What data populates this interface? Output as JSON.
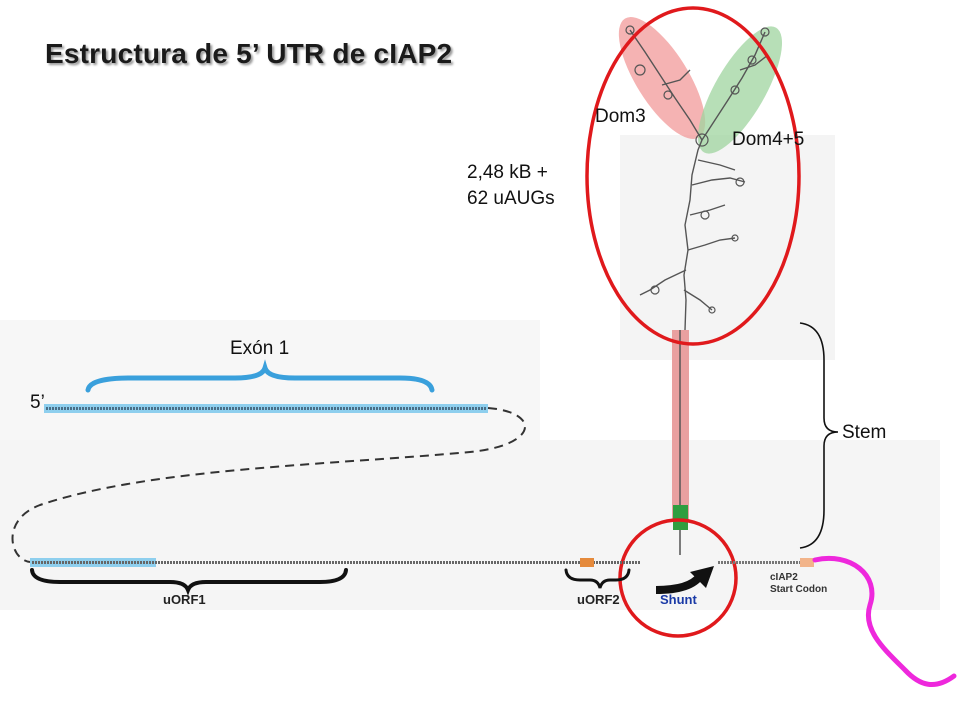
{
  "title": "Estructura de 5’ UTR de cIAP2",
  "labels": {
    "dom3": "Dom3",
    "dom45": "Dom4+5",
    "size_line1": "2,48 kB +",
    "size_line2": "62 uAUGs",
    "exon": "Exón 1",
    "five_prime": "5’",
    "stem": "Stem",
    "uorf1": "uORF1",
    "uorf2": "uORF2",
    "shunt": "Shunt",
    "start_line1": "cIAP2",
    "start_line2": "Start Codon"
  },
  "colors": {
    "circle": "#e0191c",
    "dom3_fill": "#f29a9a",
    "dom45_fill": "#9fd49f",
    "exon_brace": "#3aa0dc",
    "stem_band": "#e9a0a0",
    "stem_green": "#2f9e3f",
    "sequence_highlight": "#8ecfee",
    "tail": "#ee28dc",
    "shunt_arrow": "#111111",
    "uaug": "#e58a3c"
  }
}
